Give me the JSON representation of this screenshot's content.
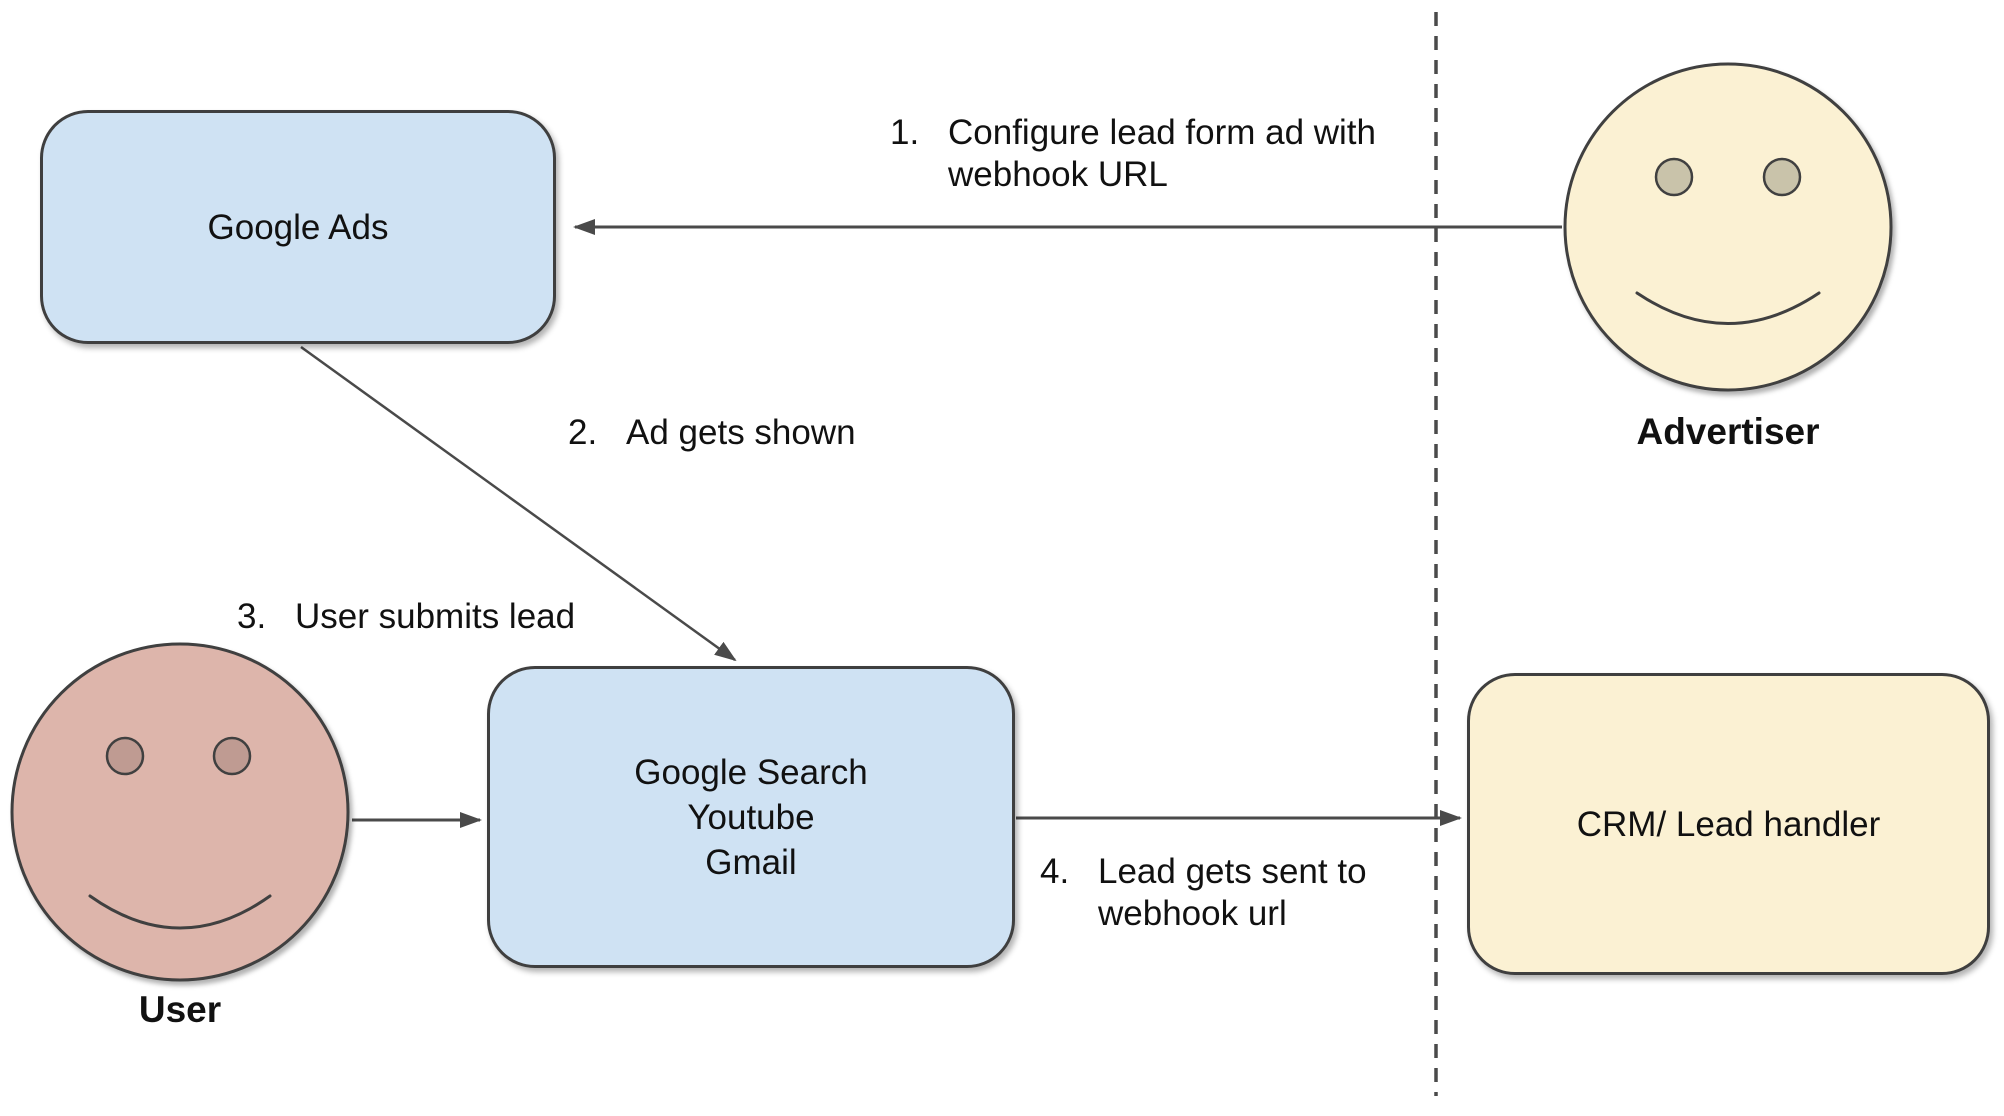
{
  "colors": {
    "node_blue": "#cfe2f3",
    "node_yellow": "#fbf1d3",
    "face_yellow": "#fbf1d3",
    "face_pink": "#ddb5ab",
    "eye_tan": "#c9c3aa",
    "eye_pink": "#bf9b92",
    "outline": "#3f3f3f",
    "connector": "#4a4a4a",
    "text": "#111111"
  },
  "nodes": {
    "google_ads": {
      "label": "Google Ads"
    },
    "google_surfaces": {
      "lines": [
        "Google Search",
        "Youtube",
        "Gmail"
      ]
    },
    "crm": {
      "label": "CRM/ Lead handler"
    }
  },
  "actors": {
    "advertiser": {
      "label": "Advertiser"
    },
    "user": {
      "label": "User"
    }
  },
  "steps": [
    {
      "number": "1.",
      "lines": [
        "Configure lead form ad with",
        "webhook URL"
      ]
    },
    {
      "number": "2.",
      "lines": [
        "Ad gets shown"
      ]
    },
    {
      "number": "3.",
      "lines": [
        "User submits lead"
      ]
    },
    {
      "number": "4.",
      "lines": [
        "Lead gets sent to",
        "webhook url"
      ]
    }
  ]
}
